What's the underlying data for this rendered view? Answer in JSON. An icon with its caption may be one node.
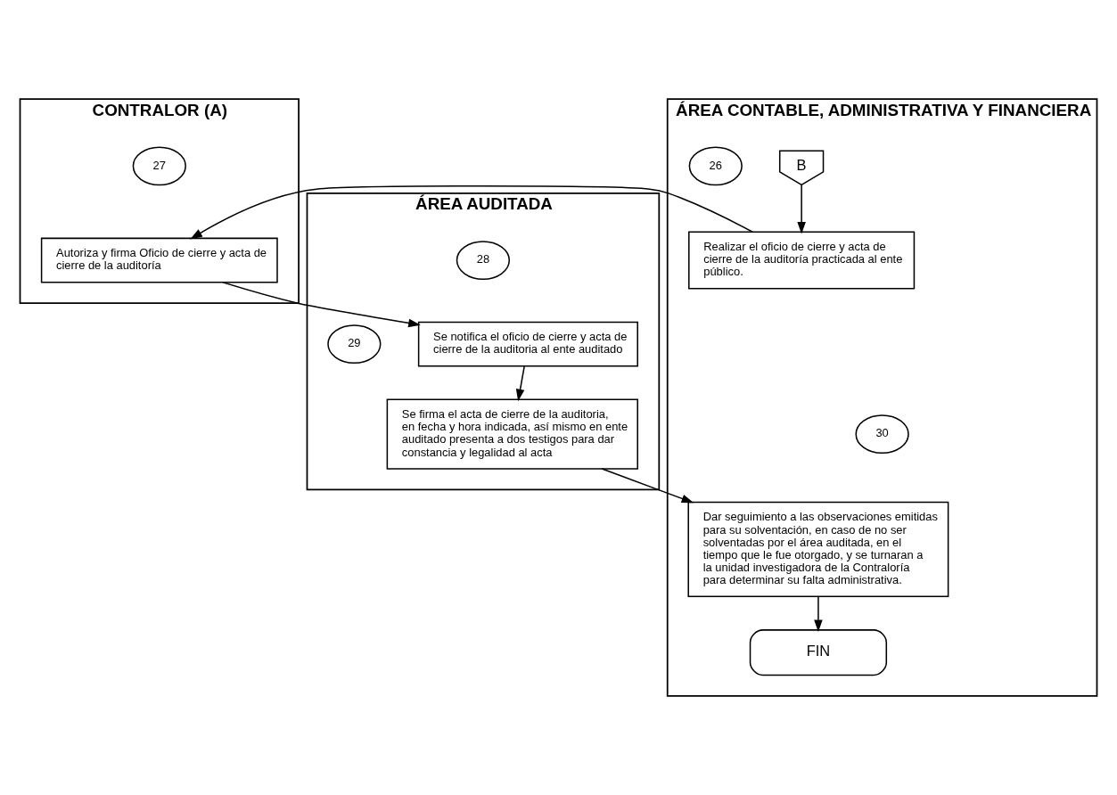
{
  "diagram": {
    "nodes": [
      {
        "text": [
          "CONTRALOR (A)"
        ]
      },
      {
        "text": [
          "ÁREA CONTABLE, ADMINISTRATIVA Y FINANCIERA"
        ]
      },
      {
        "text": [
          "ÁREA AUDITADA"
        ]
      },
      {
        "text": [
          "B"
        ],
        "in": 1
      },
      {
        "text": [
          "27"
        ],
        "in": 0
      },
      {
        "text": [
          "26"
        ],
        "in": 1
      },
      {
        "text": [
          "Autoriza y firma Oficio de cierre y acta de cierre de la auditoría"
        ],
        "in": 0
      },
      {
        "text": [
          "Realizar el oficio de cierre y acta de cierre de la auditoría practicada al ente público."
        ],
        "in": 1
      },
      {
        "text": [
          "28"
        ],
        "in": 2
      },
      {
        "text": [
          "Se notifica el oficio de cierre y acta de cierre de la auditoria al ente auditado"
        ],
        "in": 2
      },
      {
        "text": [
          "29"
        ],
        "in": 2
      },
      {
        "text": [
          "Se firma el acta de cierre de la auditoria, en fecha y hora indicada, así mismo en ente auditado presenta a dos testigos para dar constancia y legalidad al acta"
        ],
        "in": 2
      },
      {
        "text": [
          "30"
        ],
        "in": 1
      },
      {
        "text": [
          "Dar seguimiento a las observaciones emitidas para su solventación, en caso de no ser solventadas por el área auditada, en el tiempo que le fue otorgado, y se turnaran a la unidad investigadora de la Contraloría para determinar su falta administrativa."
        ],
        "in": 1
      },
      {
        "text": [
          "FIN"
        ],
        "in": 1
      }
    ],
    "edges": [
      {
        "from": 3,
        "to": 7,
        "arrow": "to"
      },
      {
        "from": 7,
        "to": 6,
        "arrow": "to"
      },
      {
        "from": 6,
        "to": 9,
        "arrow": "to"
      },
      {
        "from": 9,
        "to": 11,
        "arrow": "to"
      },
      {
        "from": 11,
        "to": 13,
        "arrow": "to"
      },
      {
        "from": 13,
        "to": 14,
        "arrow": "to"
      }
    ]
  }
}
